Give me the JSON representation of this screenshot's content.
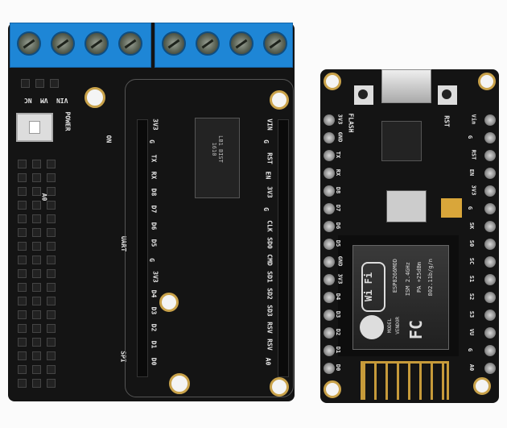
{
  "left_board": {
    "labels": {
      "power": "POWER",
      "on": "ON",
      "vin": "VIN",
      "vm": "VM",
      "nc": "NC",
      "rst": "RST",
      "en": "EN",
      "a0": "A0",
      "spi": "SPI",
      "uart": "UART"
    },
    "right_pins": [
      "VIN",
      "G",
      "RST",
      "EN",
      "3V3",
      "G",
      "CLK",
      "SD0",
      "CMD",
      "SD1",
      "SD2",
      "SD3",
      "RSV",
      "RSV",
      "A0"
    ],
    "left_pins": [
      "3V3",
      "G",
      "TX",
      "RX",
      "D8",
      "D7",
      "D6",
      "D5",
      "G",
      "3V3",
      "D4",
      "D3",
      "D2",
      "D1",
      "D0"
    ],
    "chip_text": "LB1 BIST 1610"
  },
  "right_board": {
    "buttons": {
      "flash": "FLASH",
      "rst": "RST"
    },
    "left_pins": [
      "A0",
      "G",
      "VU",
      "S3",
      "S2",
      "S1",
      "SC",
      "S0",
      "SK",
      "G",
      "3V3",
      "EN",
      "RST",
      "G",
      "Vin"
    ],
    "right_pins": [
      "D0",
      "D1",
      "D2",
      "D3",
      "D4",
      "3V3",
      "GND",
      "D5",
      "D6",
      "D7",
      "D8",
      "RX",
      "TX",
      "GND",
      "3V3"
    ],
    "module": {
      "logo": "Wi Fi",
      "name": "ESP8266MOD",
      "ism": "ISM 2.4GHz",
      "pa": "PA +25dBm",
      "std": "802.11b/g/n",
      "model": "MODEL",
      "vendor": "VENDOR",
      "fc": "FC"
    }
  },
  "colors": {
    "pcb": "#141414",
    "terminal": "#1e86d6",
    "gold": "#c69a3a",
    "background": "#fbfbfb"
  }
}
